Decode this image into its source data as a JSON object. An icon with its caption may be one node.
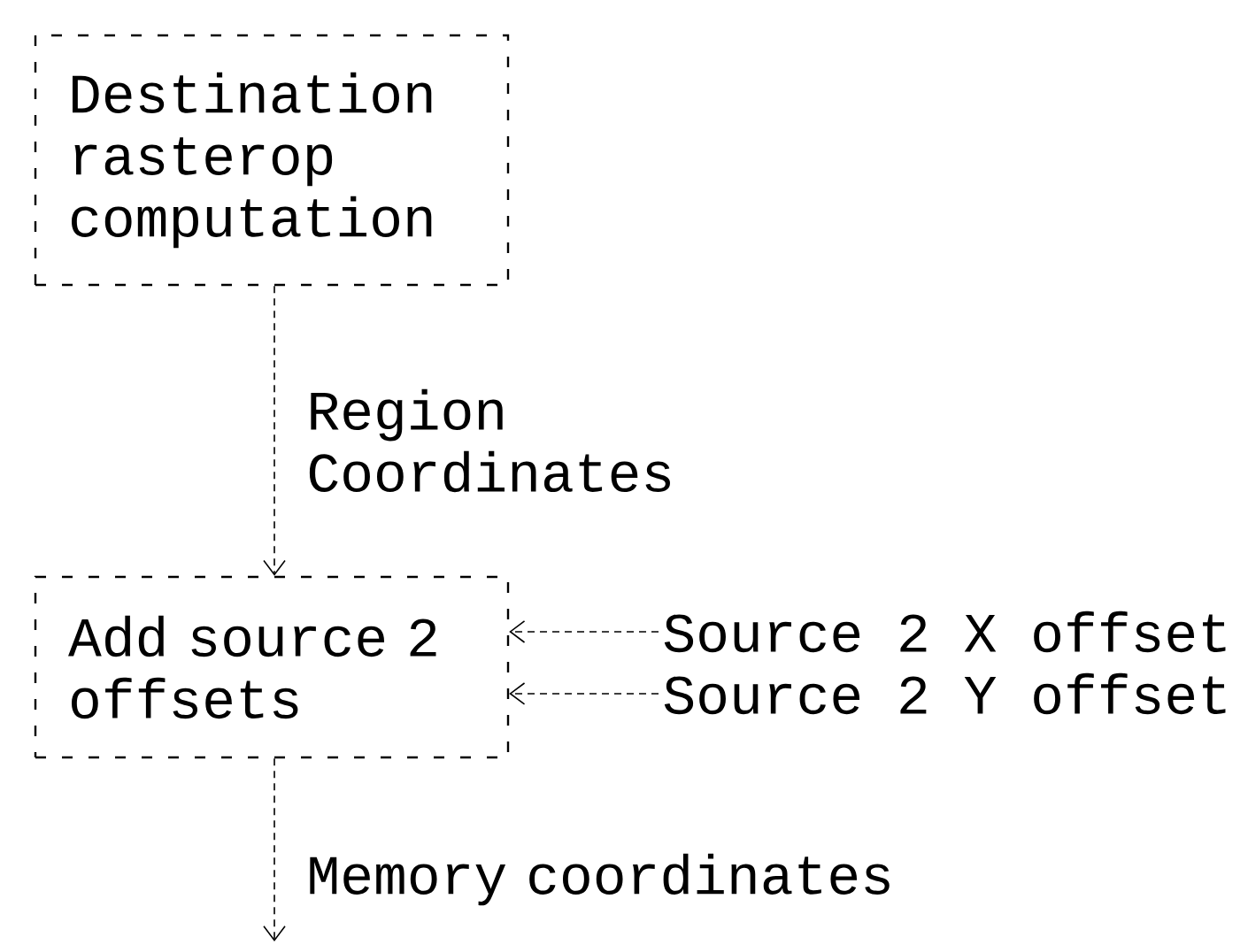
{
  "diagram": {
    "nodes": [
      {
        "text": [
          "Destination rasterop computation"
        ]
      },
      {
        "text": [
          "Add source 2 offsets"
        ]
      },
      {
        "text": [
          "Source 2 X offset"
        ]
      },
      {
        "text": [
          "Source 2 Y offset"
        ]
      }
    ],
    "edges": [
      {
        "from": 0,
        "to": 1,
        "arrow": "to",
        "label": "Region Coordinates"
      },
      {
        "from": 1,
        "to": null,
        "arrow": "to",
        "label": "Memory coordinates"
      },
      {
        "from": 2,
        "to": 1,
        "arrow": "to"
      },
      {
        "from": 3,
        "to": 1,
        "arrow": "to"
      }
    ]
  }
}
